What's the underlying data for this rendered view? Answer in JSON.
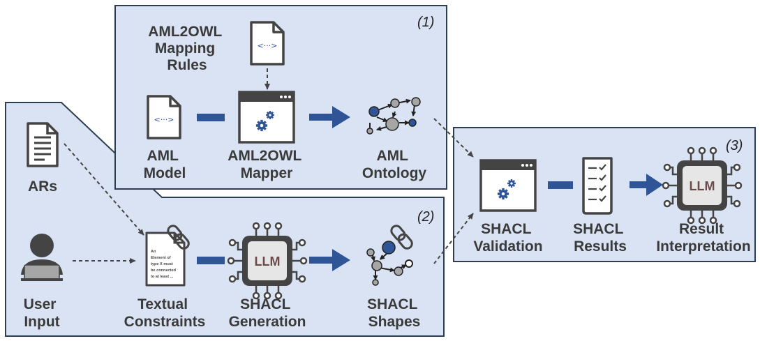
{
  "sections": {
    "one": {
      "label": "(1)"
    },
    "two": {
      "label": "(2)"
    },
    "three": {
      "label": "(3)"
    }
  },
  "nodes": {
    "mapping_rules": {
      "line1": "AML2OWL",
      "line2": "Mapping",
      "line3": "Rules"
    },
    "aml_model": {
      "line1": "AML",
      "line2": "Model"
    },
    "mapper": {
      "line1": "AML2OWL",
      "line2": "Mapper"
    },
    "aml_ontology": {
      "line1": "AML",
      "line2": "Ontology"
    },
    "ars": {
      "line1": "ARs"
    },
    "user_input": {
      "line1": "User",
      "line2": "Input"
    },
    "textual_constraints": {
      "line1": "Textual",
      "line2": "Constraints",
      "doc_text": [
        "An",
        "Element of",
        "type X must",
        "be connected",
        "to at least ..."
      ]
    },
    "shacl_generation": {
      "line1": "SHACL",
      "line2": "Generation",
      "chip": "LLM"
    },
    "shacl_shapes": {
      "line1": "SHACL",
      "line2": "Shapes"
    },
    "shacl_validation": {
      "line1": "SHACL",
      "line2": "Validation"
    },
    "shacl_results": {
      "line1": "SHACL",
      "line2": "Results"
    },
    "result_interpretation": {
      "line1": "Result",
      "line2": "Interpretation",
      "chip": "LLM"
    }
  },
  "icons": [
    "xml-document-icon",
    "app-window-gears-icon",
    "graph-icon",
    "text-document-icon",
    "user-laptop-icon",
    "link-icon",
    "llm-chip-icon",
    "checklist-icon"
  ],
  "colors": {
    "panel": "#dae3f3",
    "accent": "#2f5597",
    "icon": "#444444",
    "node_blue": "#2f5597",
    "node_gray": "#a6a6a6"
  }
}
